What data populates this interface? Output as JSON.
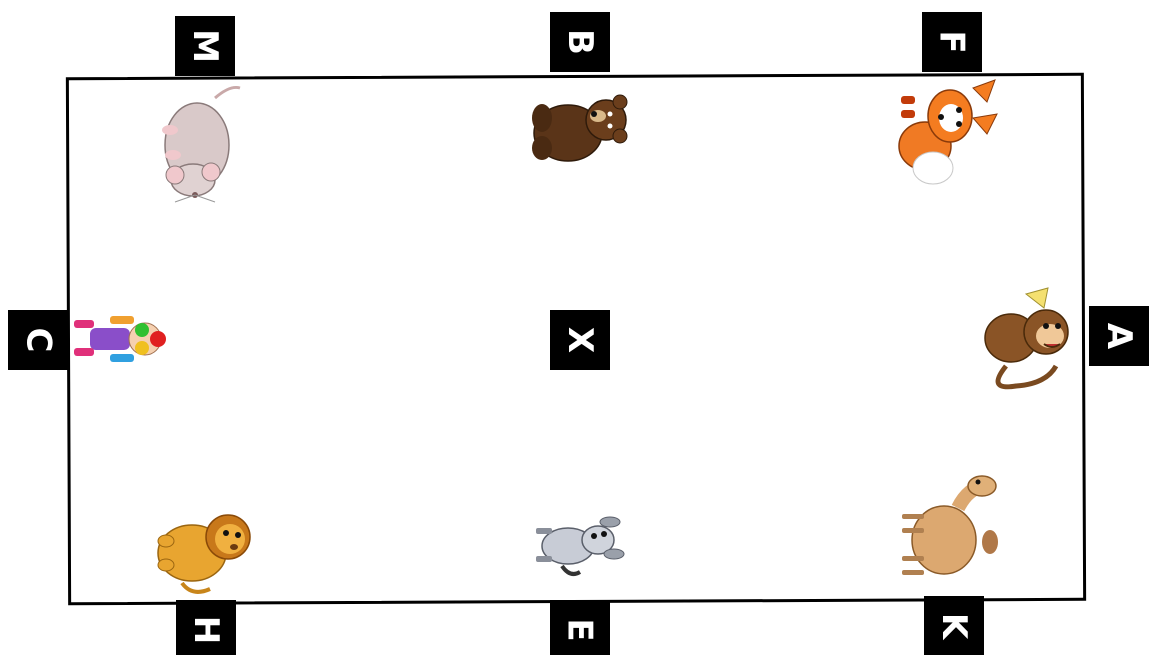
{
  "markers": {
    "M": "M",
    "B": "B",
    "F": "F",
    "C": "C",
    "X": "X",
    "A": "A",
    "H": "H",
    "E": "E",
    "K": "K"
  },
  "animals": [
    "mouse-icon",
    "bear-icon",
    "fox-icon",
    "clown-icon",
    "monkey-icon",
    "lion-icon",
    "donkey-icon",
    "camel-icon"
  ],
  "colors": {
    "border": "#000000",
    "marker_bg": "#000000",
    "marker_text": "#ffffff"
  }
}
